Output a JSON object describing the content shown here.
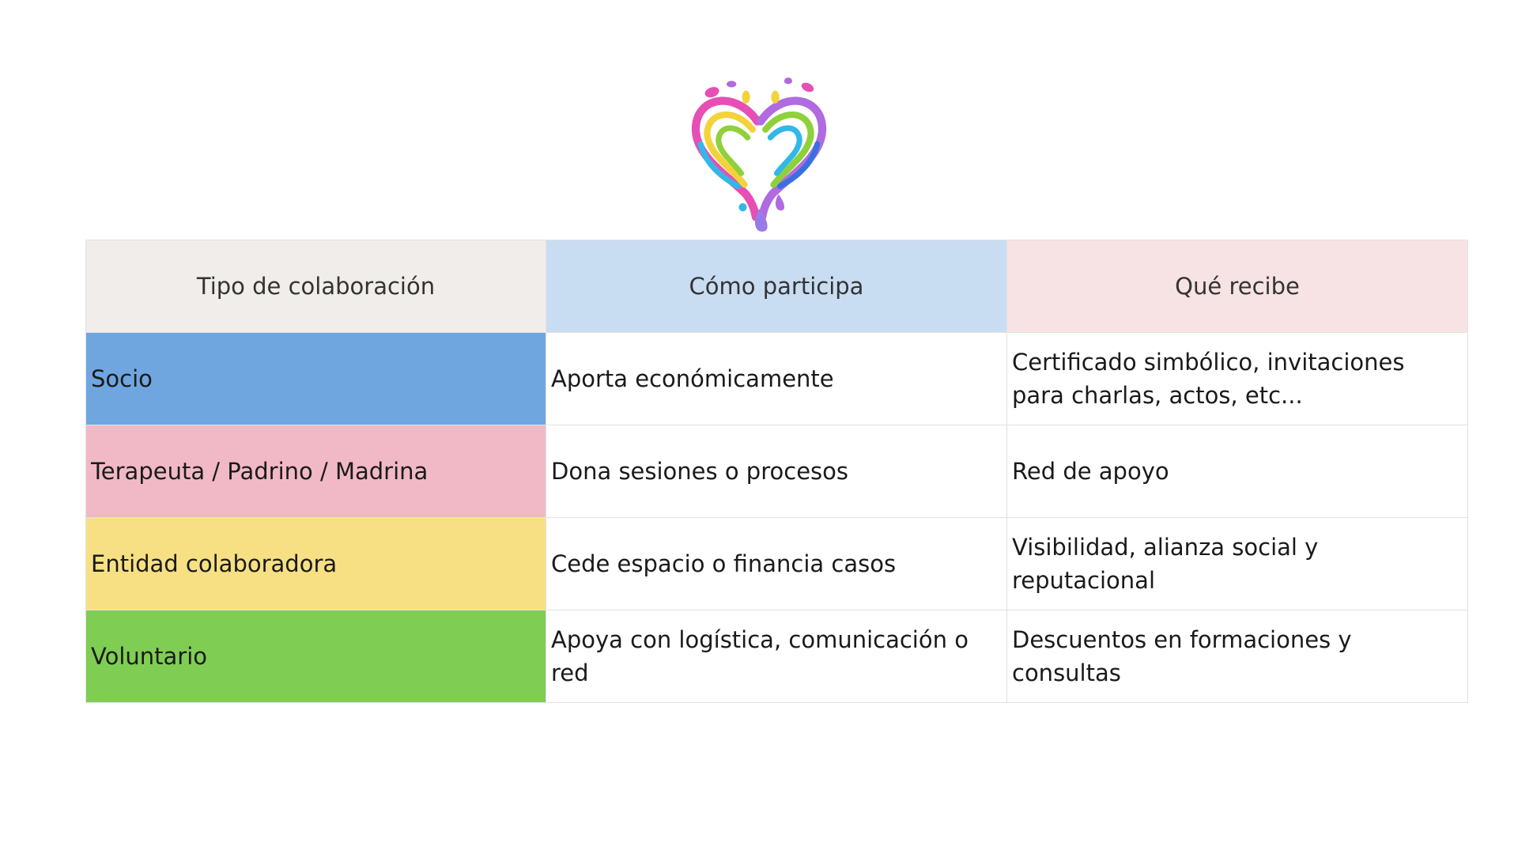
{
  "logo": {
    "icon": "rainbow-splash-heart-icon",
    "colors": [
      "#e64fb4",
      "#b06be0",
      "#f4d23a",
      "#8ed13a",
      "#32b8e8",
      "#3a6fe0",
      "#9a7ae8"
    ]
  },
  "table": {
    "headers": [
      {
        "label": "Tipo de colaboración",
        "bg": "#f0edeb"
      },
      {
        "label": "Cómo participa",
        "bg": "#c9ddf2"
      },
      {
        "label": "Qué recibe",
        "bg": "#f7e3e3"
      }
    ],
    "rows": [
      {
        "type": "Socio",
        "color": "#6fa6e0",
        "participation": "Aporta económicamente",
        "receives": "Certificado simbólico, invitaciones para charlas, actos, etc..."
      },
      {
        "type": "Terapeuta / Padrino / Madrina",
        "color": "#f1b9c6",
        "participation": "Dona sesiones o procesos",
        "receives": "Red de apoyo"
      },
      {
        "type": "Entidad colaboradora",
        "color": "#f7e083",
        "participation": "Cede espacio o financia casos",
        "receives": "Visibilidad, alianza social y reputacional"
      },
      {
        "type": "Voluntario",
        "color": "#80cd54",
        "participation": "Apoya con logística, comunicación o red",
        "receives": "Descuentos en formaciones y consultas"
      }
    ]
  }
}
